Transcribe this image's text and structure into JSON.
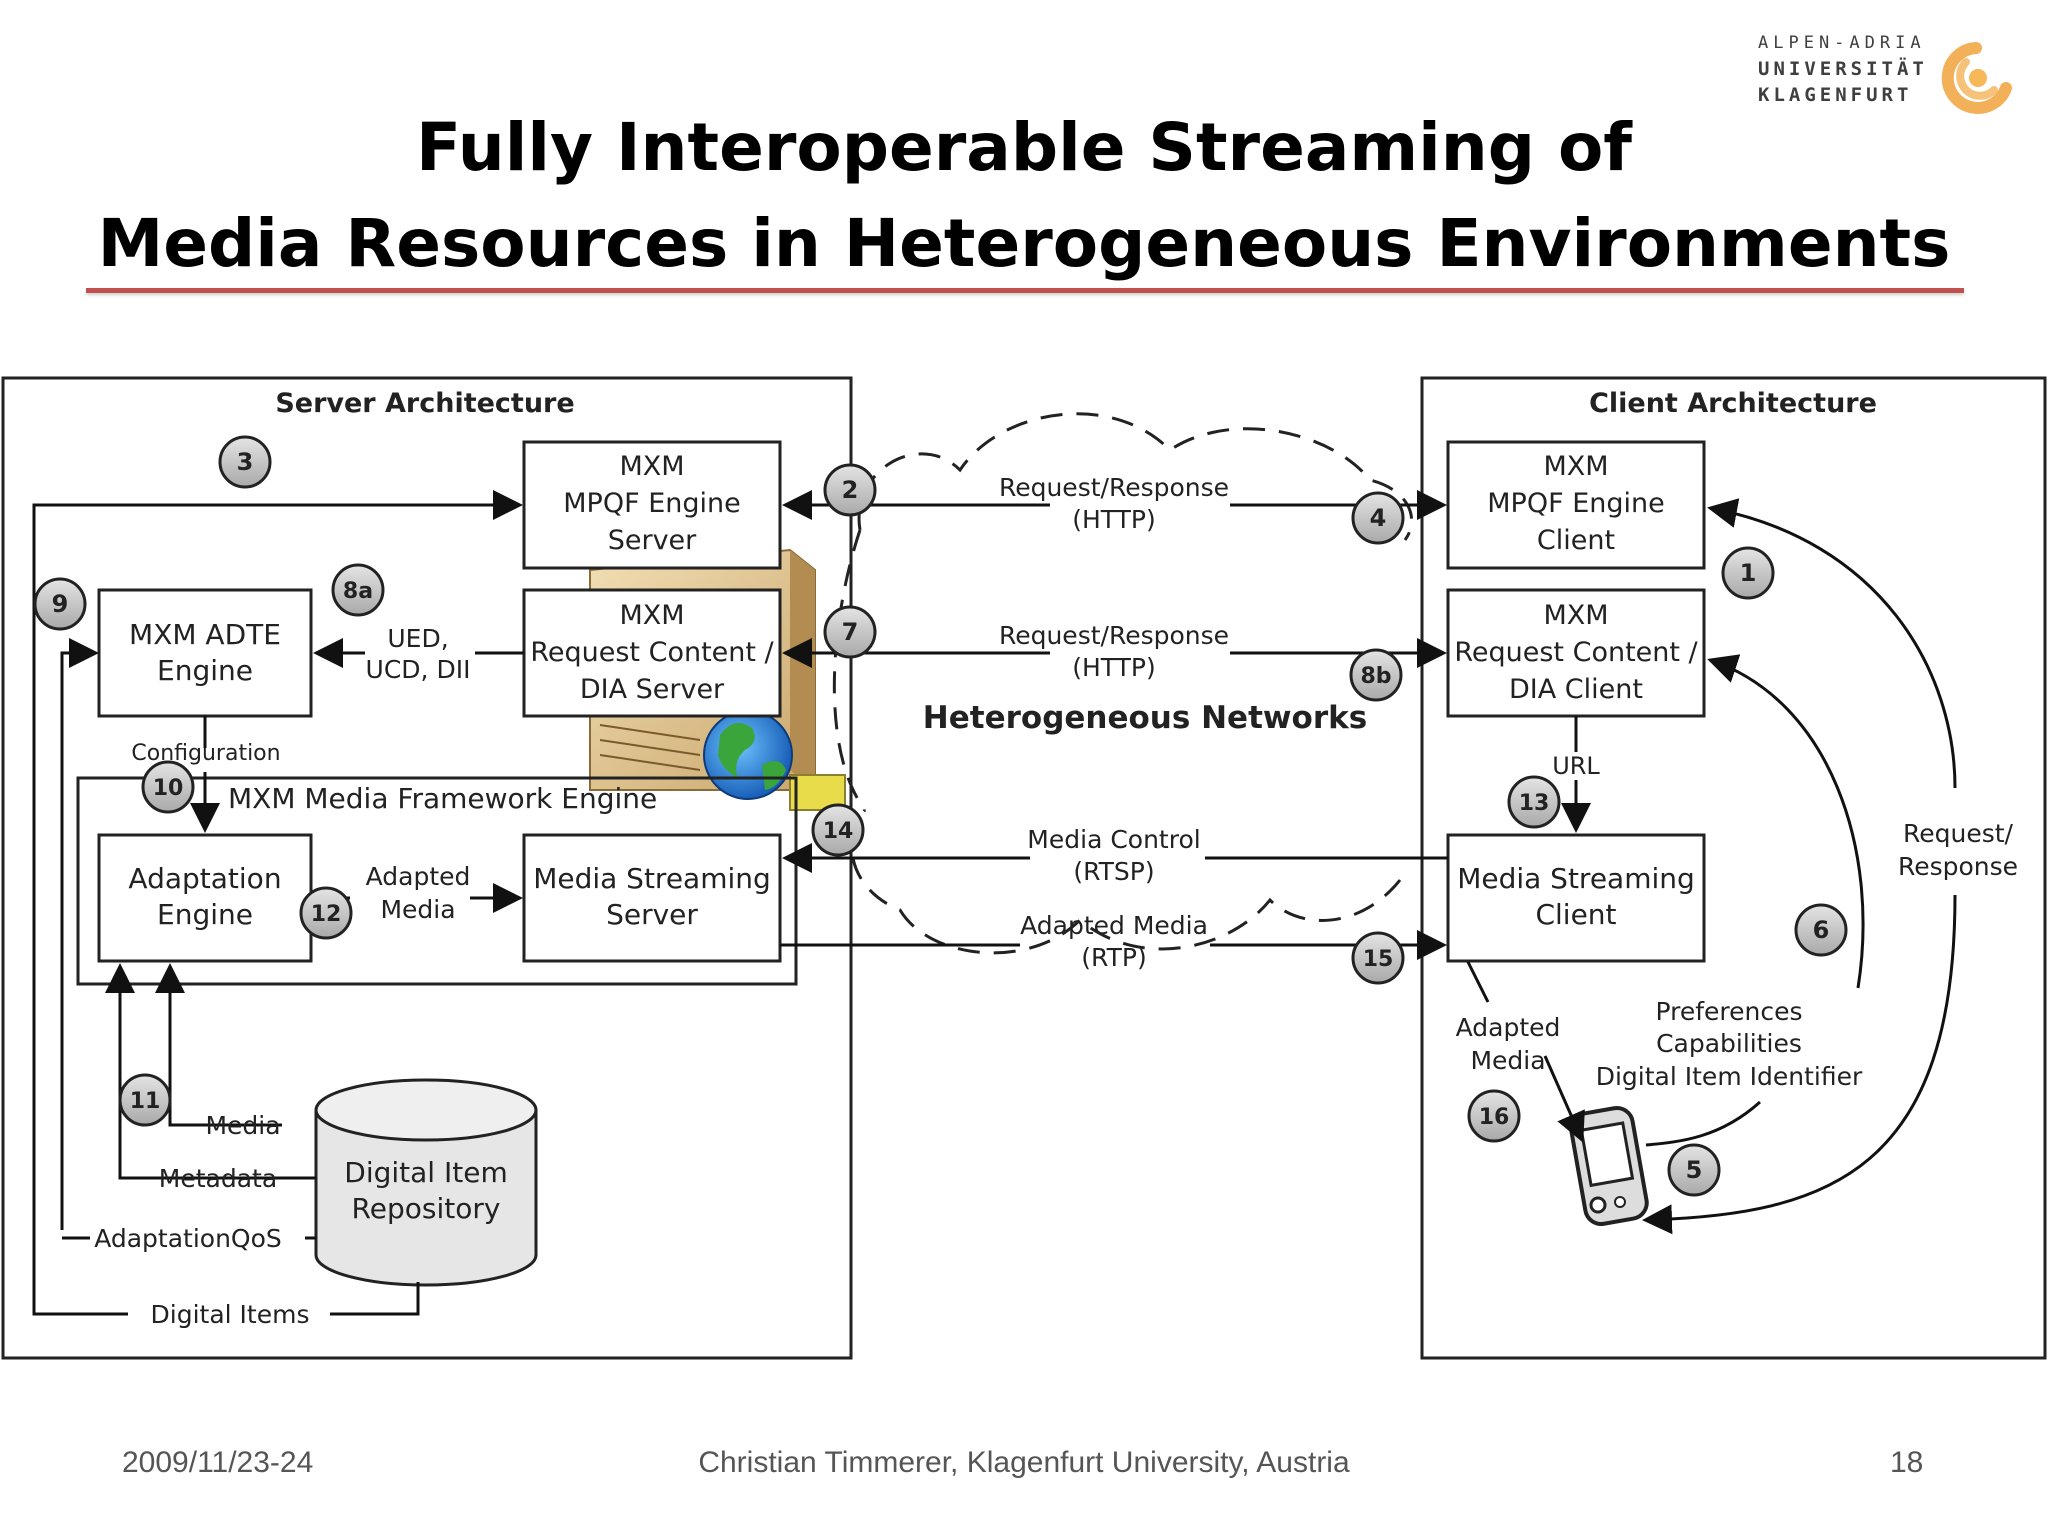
{
  "logo": {
    "lines": [
      "ALPEN-ADRIA",
      "UNIVERSITÄT",
      "KLAGENFURT"
    ],
    "accent_color": "#f0a23c"
  },
  "title": {
    "line1": "Fully Interoperable Streaming of",
    "line2": "Media Resources in Heterogeneous Environments"
  },
  "rule_color": "#c0504d",
  "diagram": {
    "server_title": "Server Architecture",
    "client_title": "Client Architecture",
    "network_label": "Heterogeneous Networks",
    "boxes": {
      "mpqf_server": [
        "MXM",
        "MPQF Engine",
        "Server"
      ],
      "request_dia_server": [
        "MXM",
        "Request Content /",
        "DIA Server"
      ],
      "adte_engine": [
        "MXM ADTE",
        "Engine"
      ],
      "media_framework": "MXM Media Framework Engine",
      "adaptation_engine": [
        "Adaptation",
        "Engine"
      ],
      "media_streaming_server": [
        "Media Streaming",
        "Server"
      ],
      "repository": [
        "Digital Item",
        "Repository"
      ],
      "mpqf_client": [
        "MXM",
        "MPQF Engine",
        "Client"
      ],
      "request_dia_client": [
        "MXM",
        "Request Content /",
        "DIA Client"
      ],
      "media_streaming_client": [
        "Media Streaming",
        "Client"
      ]
    },
    "labels": {
      "ued_dii": [
        "UED,",
        "UCD, DII"
      ],
      "configuration": "Configuration",
      "adapted_media_inner": [
        "Adapted",
        "Media"
      ],
      "media": "Media",
      "metadata": "Metadata",
      "adaptation_qos": "AdaptationQoS",
      "digital_items": "Digital Items",
      "req_resp_1": [
        "Request/Response",
        "(HTTP)"
      ],
      "req_resp_2": [
        "Request/Response",
        "(HTTP)"
      ],
      "media_control": [
        "Media Control",
        "(RTSP)"
      ],
      "adapted_media_rtp": [
        "Adapted Media",
        "(RTP)"
      ],
      "url": "URL",
      "request_response_side": [
        "Request/",
        "Response"
      ],
      "adapted_media_client": [
        "Adapted",
        "Media"
      ],
      "preferences": [
        "Preferences",
        "Capabilities",
        "Digital Item Identifier"
      ]
    },
    "steps": [
      "1",
      "2",
      "3",
      "4",
      "5",
      "6",
      "7",
      "8a",
      "8b",
      "9",
      "10",
      "11",
      "12",
      "13",
      "14",
      "15",
      "16"
    ]
  },
  "footer": {
    "date": "2009/11/23-24",
    "author": "Christian Timmerer, Klagenfurt University, Austria",
    "page": "18"
  }
}
